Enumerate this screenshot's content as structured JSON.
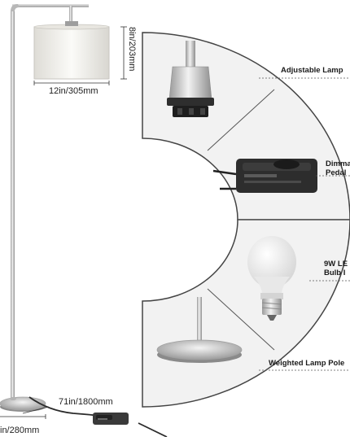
{
  "dimensions": {
    "shade_height": "8in/203mm",
    "shade_width": "12in/305mm",
    "cord_length": "71in/1800mm",
    "base_width": "in/280mm"
  },
  "features": [
    {
      "lines": [
        "Adjustable Lamp"
      ]
    },
    {
      "lines": [
        "Dimma",
        "Pedal"
      ]
    },
    {
      "lines": [
        "9W LE",
        "Bulb I"
      ]
    },
    {
      "lines": [
        "Weighted Lamp Pole"
      ]
    }
  ],
  "colors": {
    "panel_fill": "#f2f2f2",
    "panel_stroke": "#555555",
    "metal": "#c8c8c8",
    "shade": "#f4f4f0",
    "dark": "#2b2b2b"
  }
}
